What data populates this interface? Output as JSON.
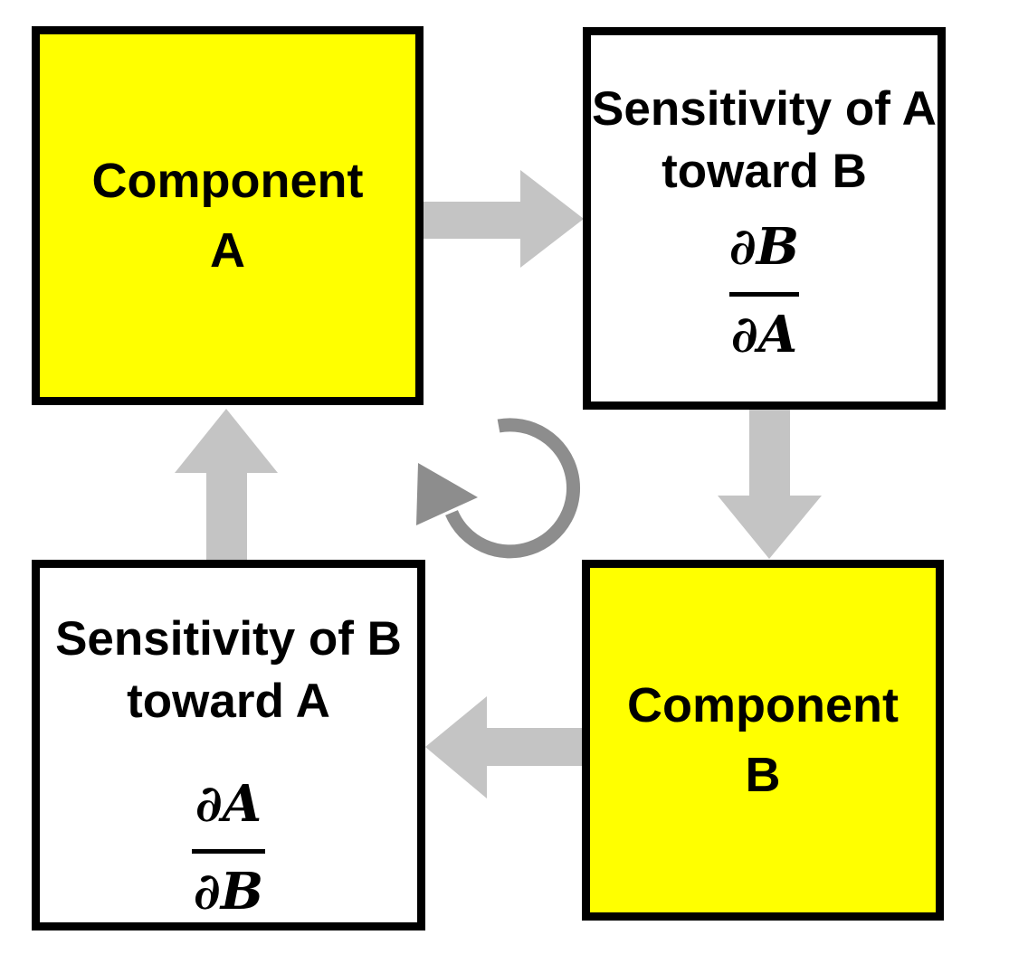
{
  "colors": {
    "background": "#ffffff",
    "highlight_box_fill": "#ffff00",
    "plain_box_fill": "#ffffff",
    "box_border": "#000000",
    "flow_arrow": "#c4c4c4",
    "cycle_arrow": "#8d8d8d",
    "text": "#000000"
  },
  "boxes": {
    "component_a": {
      "line1": "Component",
      "line2": "A"
    },
    "sensitivity_a_toward_b": {
      "line1": "Sensitivity of A",
      "line2": "toward B",
      "fraction": {
        "numerator": "∂B",
        "denominator": "∂A"
      }
    },
    "component_b": {
      "line1": "Component",
      "line2": "B"
    },
    "sensitivity_b_toward_a": {
      "line1": "Sensitivity of B",
      "line2": "toward A",
      "fraction": {
        "numerator": "∂A",
        "denominator": "∂B"
      }
    }
  }
}
